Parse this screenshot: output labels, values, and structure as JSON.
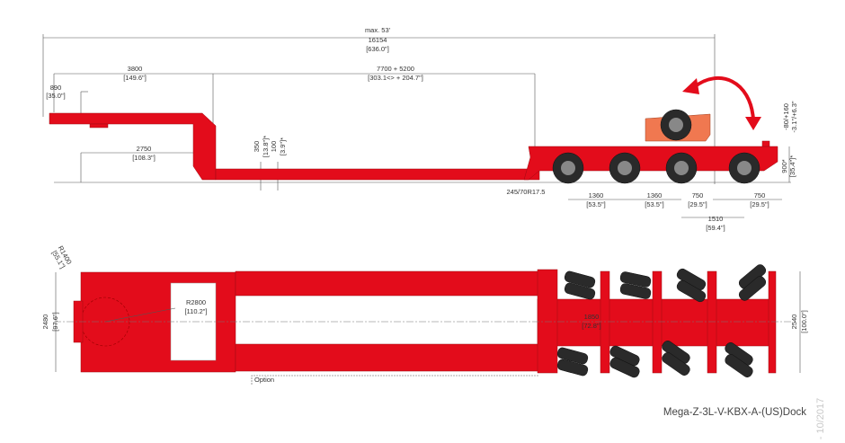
{
  "side_view": {
    "overall": {
      "label": "max. 53'",
      "mm": "16154",
      "in": "[636.0\"]"
    },
    "gooseneck_len": {
      "mm": "3800",
      "in": "[149.6\"]"
    },
    "deck_len": {
      "mm": "7700 + 5200",
      "in": "[303.1<> + 204.7\"]"
    },
    "gooseneck_height": {
      "mm": "890",
      "in": "[35.0\"]"
    },
    "kingpin": {
      "mm": "2750",
      "in": "[108.3\"]"
    },
    "deck_height": {
      "mm": "350",
      "in": "[13.8\"]*"
    },
    "ground_clearance": {
      "mm": "100",
      "in": "[3.9\"]*"
    },
    "tire": "245/70R17.5",
    "axle1": {
      "mm": "1360",
      "in": "[53.5\"]"
    },
    "axle2": {
      "mm": "1360",
      "in": "[53.5\"]"
    },
    "axle3": {
      "mm": "750",
      "in": "[29.5\"]"
    },
    "axle4": {
      "mm": "750",
      "in": "[29.5\"]"
    },
    "axle_spread": {
      "mm": "1510",
      "in": "[59.4\"]"
    },
    "bogie_height": {
      "mm": "900*",
      "in": "[35.4\"]*"
    },
    "height_adjust": {
      "mm": "-80/+160",
      "in": "-3.1\"/+6.3\""
    }
  },
  "top_view": {
    "swing_radius": {
      "mm": "R1400",
      "in": "[55.1\"]"
    },
    "gooseneck_width": {
      "mm": "2480",
      "in": "[97.6\"]"
    },
    "turn_radius": {
      "mm": "R2800",
      "in": "[110.2\"]"
    },
    "option": "Option",
    "track": {
      "mm": "1850",
      "in": "[72.8\"]"
    },
    "width": {
      "mm": "2540",
      "in": "[100.0\"]"
    }
  },
  "model": "Mega-Z-3L-V-KBX-A-(US)Dock",
  "date": "- 10/2017",
  "colors": {
    "frame": "#e30c1b",
    "spare_carrier": "#f07850",
    "tire": "#2a2a2a"
  }
}
